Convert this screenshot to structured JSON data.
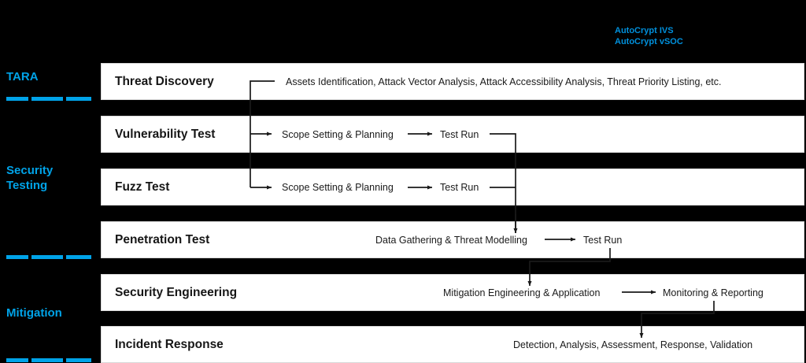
{
  "sidebar": {
    "phases": [
      {
        "id": "tara",
        "label": "TARA"
      },
      {
        "id": "security-testing",
        "label": "Security\nTesting"
      },
      {
        "id": "mitigation",
        "label": "Mitigation"
      }
    ],
    "accent_color": "#00A3E8"
  },
  "callout": {
    "text": "AutoCrypt IVS\nAutoCrypt vSOC",
    "color": "#0090DC"
  },
  "rows": [
    {
      "title": "Threat Discovery",
      "steps": [
        {
          "label": "Assets Identification, Attack Vector Analysis, Attack Accessibility Analysis, Threat Priority Listing, etc."
        }
      ]
    },
    {
      "title": "Vulnerability Test",
      "steps": [
        {
          "label": "Scope Setting & Planning"
        },
        {
          "label": "Test Run"
        }
      ]
    },
    {
      "title": "Fuzz Test",
      "steps": [
        {
          "label": "Scope Setting & Planning"
        },
        {
          "label": "Test Run"
        }
      ]
    },
    {
      "title": "Penetration Test",
      "steps": [
        {
          "label": "Data Gathering & Threat Modelling"
        },
        {
          "label": "Test Run"
        }
      ]
    },
    {
      "title": "Security Engineering",
      "steps": [
        {
          "label": "Mitigation Engineering & Application"
        },
        {
          "label": "Monitoring & Reporting"
        }
      ]
    },
    {
      "title": "Incident Response",
      "steps": [
        {
          "label": "Detection, Analysis, Assessment, Response, Validation"
        }
      ]
    }
  ],
  "colors": {
    "background": "#000000",
    "row_background": "#FFFFFF",
    "text": "#161616",
    "connector": "#1a1a1a"
  }
}
